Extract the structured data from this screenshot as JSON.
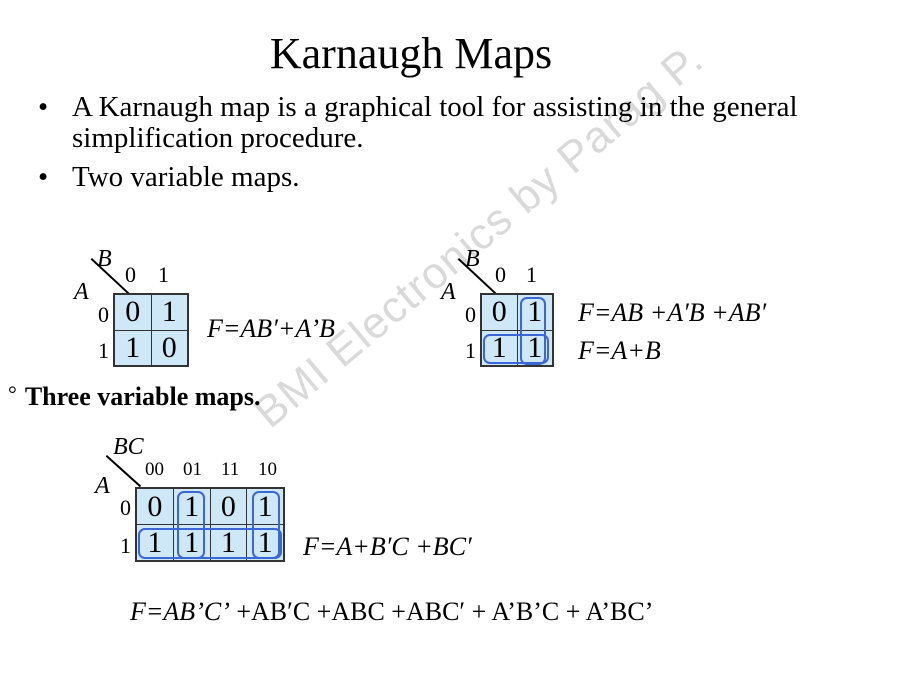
{
  "title": "Karnaugh Maps",
  "bullets": [
    "A Karnaugh map is a graphical tool for assisting in the general simplification procedure.",
    "Two variable maps."
  ],
  "bullet_symbol": "•",
  "section_bullet": "°",
  "section_title": "Three variable maps.",
  "watermark": "BMI Electronics by Parag P.",
  "maps": [
    {
      "col_var": "B",
      "row_var": "A",
      "col_headers": [
        "0",
        "1"
      ],
      "row_headers": [
        "0",
        "1"
      ],
      "cells": [
        [
          "0",
          "1"
        ],
        [
          "1",
          "0"
        ]
      ],
      "formulas": [
        "F=AB′+A’B"
      ]
    },
    {
      "col_var": "B",
      "row_var": "A",
      "col_headers": [
        "0",
        "1"
      ],
      "row_headers": [
        "0",
        "1"
      ],
      "cells": [
        [
          "0",
          "1"
        ],
        [
          "1",
          "1"
        ]
      ],
      "formulas": [
        "F=AB +A′B +AB′",
        "F=A+B"
      ]
    },
    {
      "col_var": "BC",
      "row_var": "A",
      "col_headers": [
        "00",
        "01",
        "11",
        "10"
      ],
      "row_headers": [
        "0",
        "1"
      ],
      "cells": [
        [
          "0",
          "1",
          "0",
          "1"
        ],
        [
          "1",
          "1",
          "1",
          "1"
        ]
      ],
      "formulas": [
        "F=A+B′C +BC′"
      ]
    }
  ],
  "bottom_formula": {
    "italic": "F=AB’C’",
    "rest": " +AB′C +ABC +ABC′ + A’B’C + A’BC’"
  },
  "colors": {
    "cell_fill": "#cfe8f8",
    "loop": "#3a66d6"
  }
}
